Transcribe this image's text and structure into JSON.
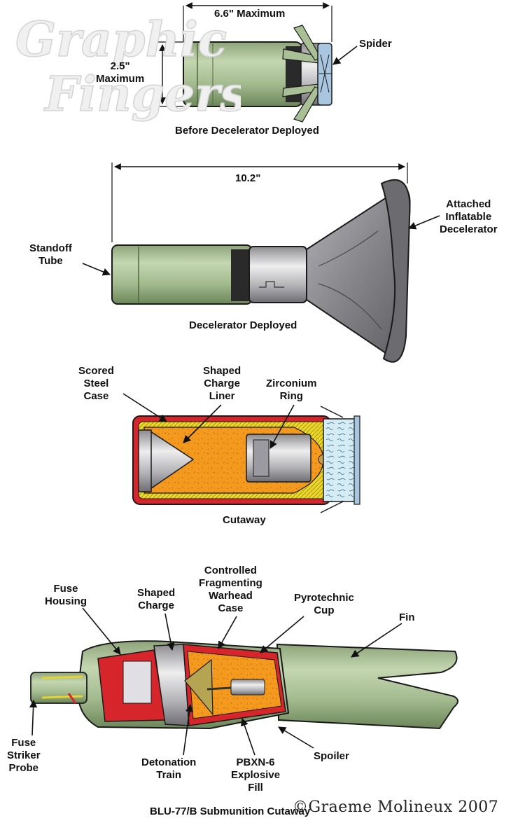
{
  "colors": {
    "tube_green": "#a9bf95",
    "tube_dark": "#6f8a5c",
    "steel": "#c8c8cc",
    "explosive": "#f39a1e",
    "case_red": "#d7262b",
    "liner_yellow": "#ecd82a",
    "decelerator_gray": "#8f8f94",
    "outline": "#1a1a1a"
  },
  "watermark": {
    "line1": "Graphic",
    "line2": "Fingers"
  },
  "section1": {
    "dim_width": "6.6\" Maximum",
    "dim_height_value": "2.5\"",
    "dim_height_label": "Maximum",
    "spider": "Spider",
    "caption": "Before Decelerator Deployed"
  },
  "section2": {
    "dim_length": "10.2\"",
    "standoff": [
      "Standoff",
      "Tube"
    ],
    "decelerator": [
      "Attached",
      "Inflatable",
      "Decelerator"
    ],
    "caption": "Decelerator Deployed"
  },
  "section3": {
    "scored": [
      "Scored",
      "Steel",
      "Case"
    ],
    "shaped_liner": [
      "Shaped",
      "Charge",
      "Liner"
    ],
    "zirconium": [
      "Zirconium",
      "Ring"
    ],
    "caption": "Cutaway"
  },
  "section4": {
    "fuse_housing": [
      "Fuse",
      "Housing"
    ],
    "shaped_charge": [
      "Shaped",
      "Charge"
    ],
    "controlled": [
      "Controlled",
      "Fragmenting",
      "Warhead",
      "Case"
    ],
    "pyro_cup": [
      "Pyrotechnic",
      "Cup"
    ],
    "fin": "Fin",
    "fuse_striker": [
      "Fuse",
      "Striker",
      "Probe"
    ],
    "detonation": [
      "Detonation",
      "Train"
    ],
    "pbxn": [
      "PBXN-6",
      "Explosive",
      "Fill"
    ],
    "spoiler": "Spoiler"
  },
  "footer": {
    "title": "BLU-77/B Submunition Cutaway",
    "copyright": "©Graeme Molineux 2007"
  }
}
